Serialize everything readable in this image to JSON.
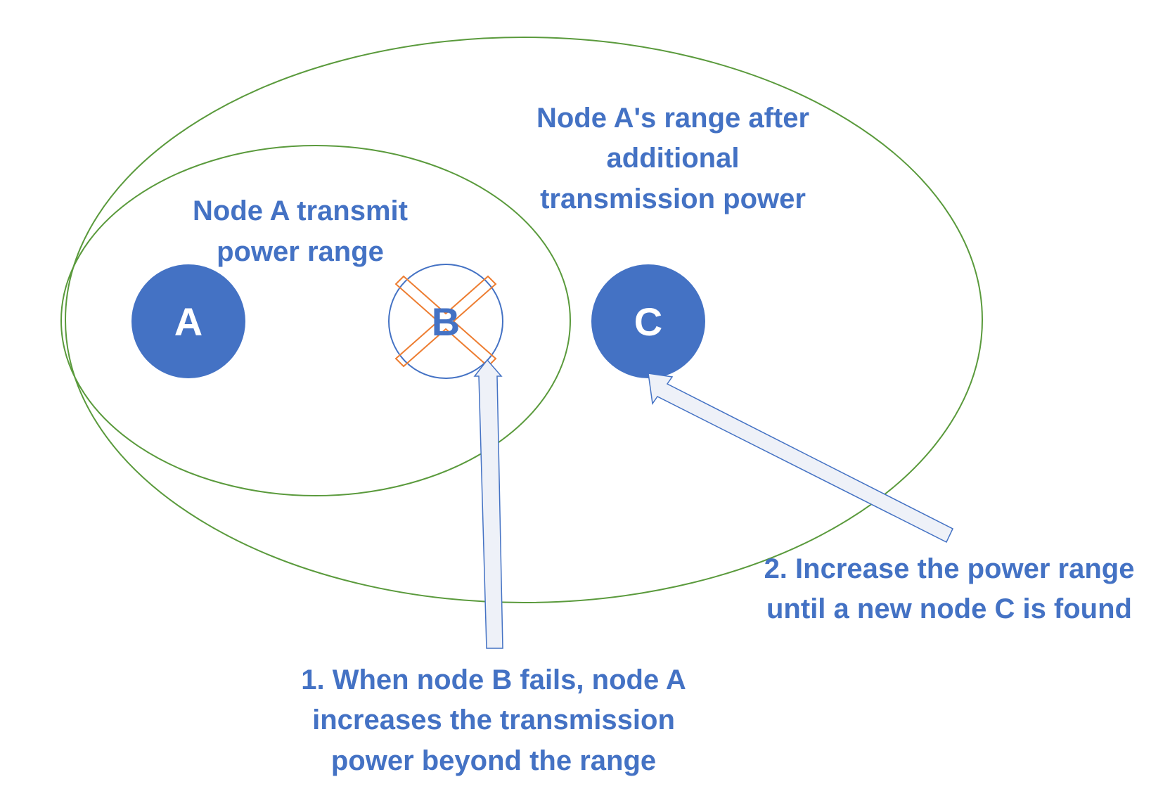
{
  "colors": {
    "range_outline": "#5a9a3c",
    "node_fill": "#4472c4",
    "node_text": "#ffffff",
    "failed_outline": "#4472c4",
    "failed_cross": "#ed7d31",
    "failed_text": "#4472c4",
    "label_text": "#4472c4",
    "arrow_fill": "#eef1f8",
    "arrow_stroke": "#4472c4"
  },
  "regions": {
    "inner": {
      "label_lines": [
        "Node A transmit",
        "power range"
      ]
    },
    "outer": {
      "label_lines": [
        "Node A's range after",
        "additional",
        "transmission power"
      ]
    }
  },
  "nodes": {
    "a": {
      "label": "A",
      "status": "active"
    },
    "b": {
      "label": "B",
      "status": "failed"
    },
    "c": {
      "label": "C",
      "status": "active"
    }
  },
  "annotations": {
    "step1": {
      "lines": [
        "1. When node B fails, node A",
        "increases the transmission",
        "power beyond the range"
      ]
    },
    "step2": {
      "lines": [
        "2. Increase the power range",
        "until a new node C is found"
      ]
    }
  }
}
